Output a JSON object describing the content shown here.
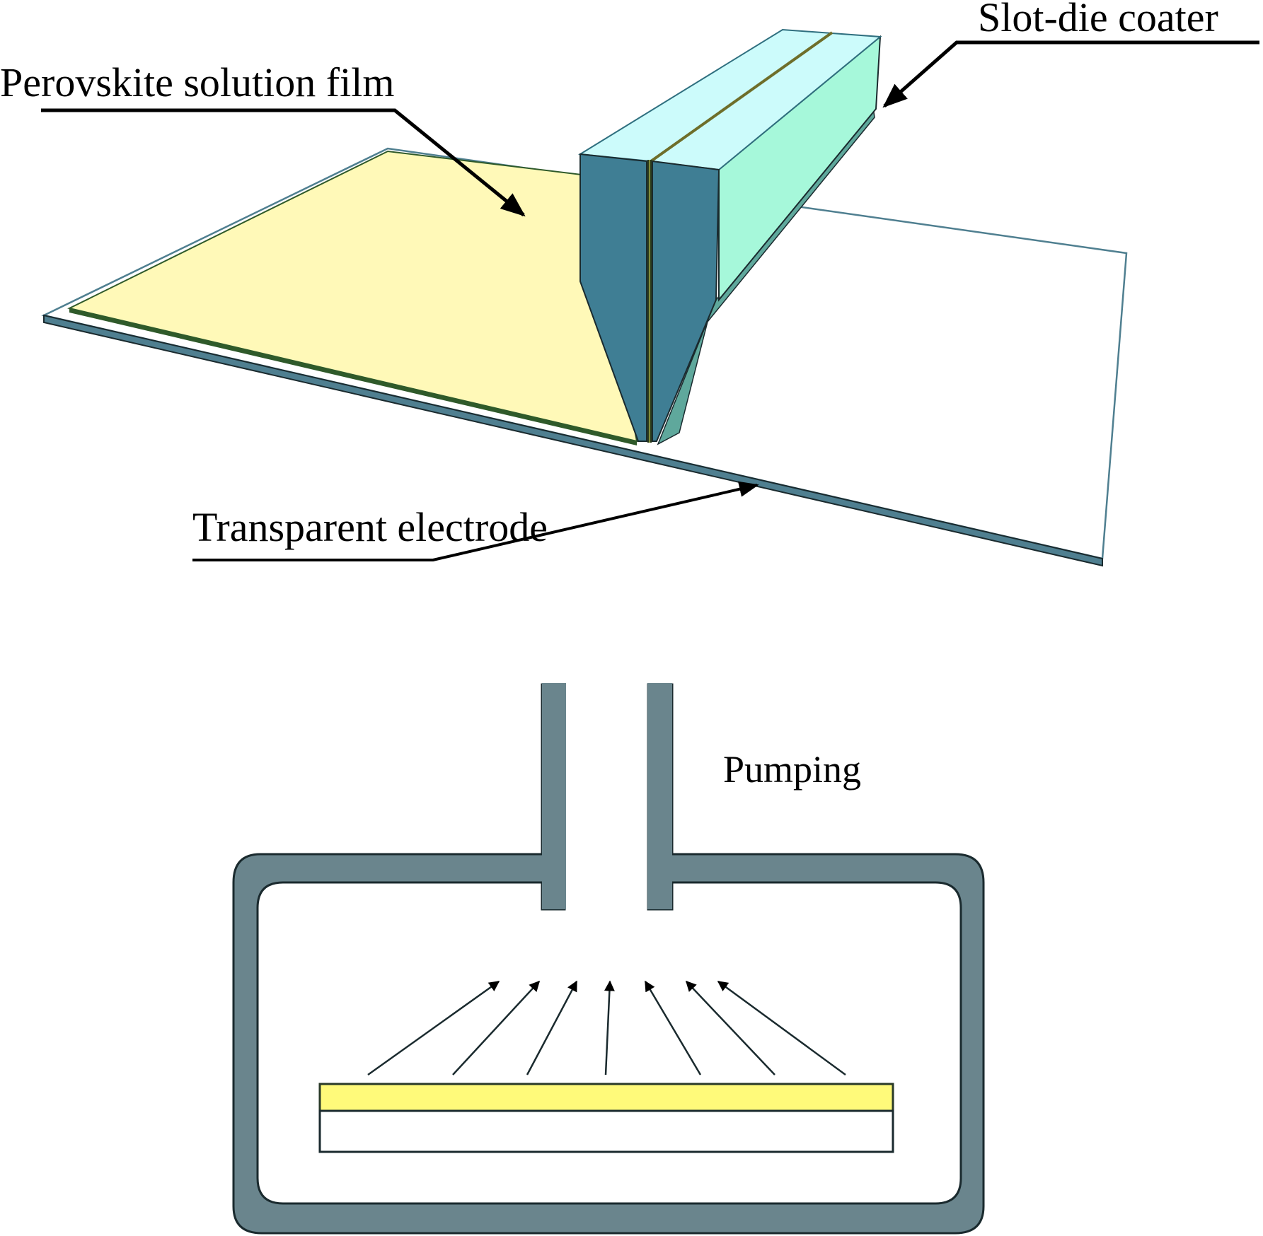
{
  "figure": {
    "top_panel": {
      "title": "Slot-die coating",
      "labels": {
        "film": "Perovskite solution film",
        "coater": "Slot-die coater",
        "electrode": "Transparent electrode"
      }
    },
    "bottom_panel": {
      "title": "Vacuum chamber",
      "labels": {
        "pumping": "Pumping"
      },
      "arrow_count": 7
    },
    "colors": {
      "film_yellow": "#FFF9B8",
      "film_edge": "#2F5A2A",
      "coater_front": "#3F7E94",
      "coater_top": "#CCFBFB",
      "coater_side": "#A6F8DA",
      "coater_bottom": "#5FA89C",
      "electrode_edge": "#4F7F90",
      "chamber_wall": "#6A858D",
      "substrate_film": "#FFFA7A",
      "outline": "#1A2A2E"
    }
  }
}
